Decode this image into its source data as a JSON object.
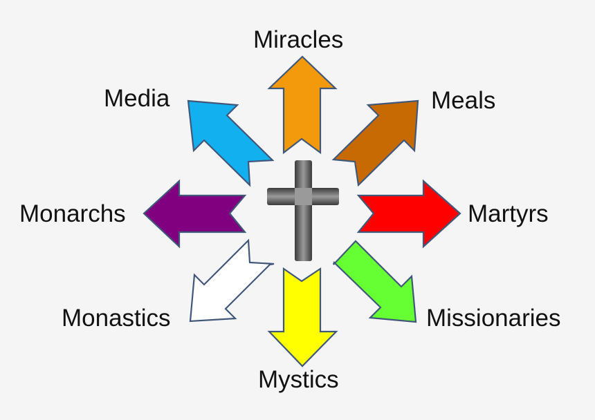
{
  "center": {
    "icon": "cross-icon"
  },
  "arrows": [
    {
      "id": "miracles",
      "label": "Miracles",
      "color": "#f29a0c",
      "direction": "up"
    },
    {
      "id": "meals",
      "label": "Meals",
      "color": "#c86a04",
      "direction": "up-right"
    },
    {
      "id": "martyrs",
      "label": "Martyrs",
      "color": "#fe0000",
      "direction": "right"
    },
    {
      "id": "missionaries",
      "label": "Missionaries",
      "color": "#66ff33",
      "direction": "down-right"
    },
    {
      "id": "mystics",
      "label": "Mystics",
      "color": "#ffff00",
      "direction": "down"
    },
    {
      "id": "monastics",
      "label": "Monastics",
      "color": "#ffffff",
      "direction": "down-left"
    },
    {
      "id": "monarchs",
      "label": "Monarchs",
      "color": "#800080",
      "direction": "left"
    },
    {
      "id": "media",
      "label": "Media",
      "color": "#12b0ef",
      "direction": "up-left"
    }
  ],
  "colors": {
    "outline": "#41577a",
    "background": "#f5f5f5"
  }
}
